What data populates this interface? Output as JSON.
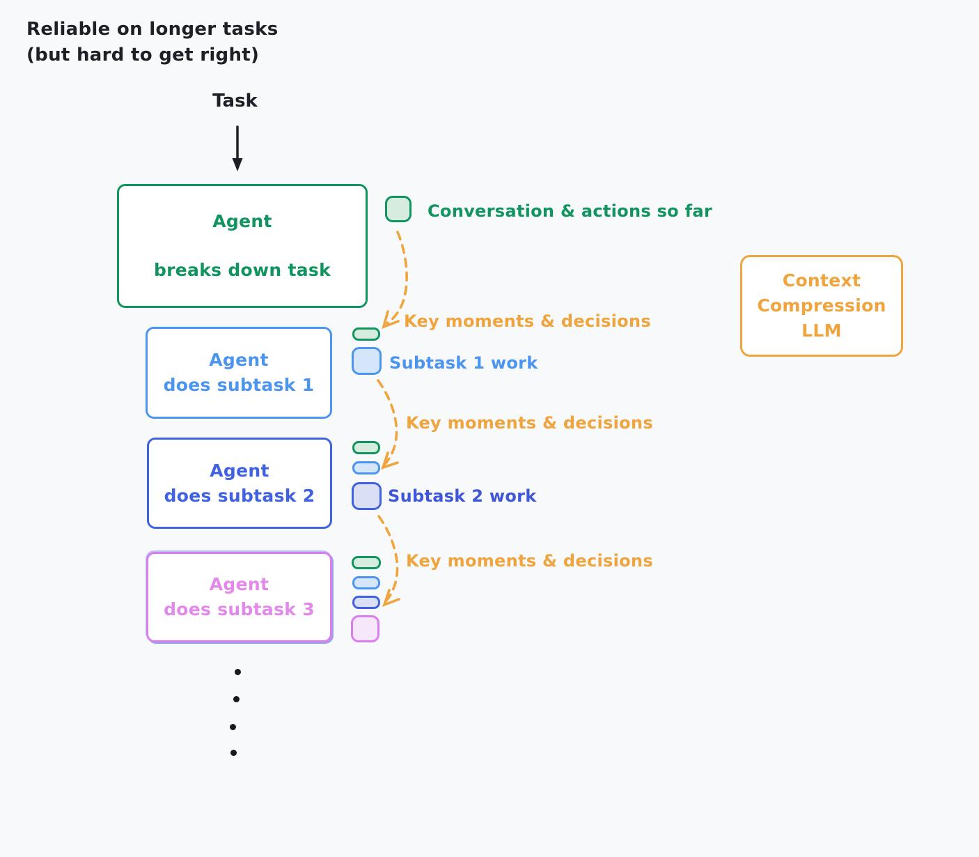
{
  "colors": {
    "background": "#f8f9fb",
    "ink": "#1f1f26",
    "green": "#11945f",
    "green_fill": "#d5ecdf",
    "blue": "#4b95f0",
    "blue_fill": "#d6e6fa",
    "royal": "#4162e0",
    "royal_fill": "#dbdff6",
    "purple": "#d97def",
    "purple_fill": "#f7e7fb",
    "orange": "#efa43e"
  },
  "header": {
    "title_line1": "Reliable on longer tasks",
    "title_line2": "(but hard to get right)"
  },
  "flow": {
    "task_label": "Task",
    "agent_box": {
      "title": "Agent",
      "subtitle": "breaks down task"
    },
    "subtask_boxes": [
      {
        "title": "Agent",
        "subtitle": "does subtask 1"
      },
      {
        "title": "Agent",
        "subtitle": "does subtask 2"
      },
      {
        "title": "Agent",
        "subtitle": "does subtask 3"
      }
    ]
  },
  "annotations": {
    "conversation_label": "Conversation & actions so far",
    "key_moments_labels": [
      "Key moments & decisions",
      "Key moments & decisions",
      "Key moments & decisions"
    ],
    "subtask_work_labels": [
      "Subtask 1 work",
      "Subtask 2 work"
    ]
  },
  "context_box": {
    "line1": "Context",
    "line2": "Compression",
    "line3": "LLM"
  },
  "icons": {
    "memory_chips": [
      "conversation-chip-green",
      "key-moments-chip-green",
      "subtask1-chip-blue",
      "key-moments-chip-green",
      "subtask1-chip-blue",
      "subtask2-chip-royal",
      "key-moments-chip-green",
      "subtask1-chip-blue",
      "subtask2-chip-royal",
      "subtask3-chip-purple"
    ]
  }
}
